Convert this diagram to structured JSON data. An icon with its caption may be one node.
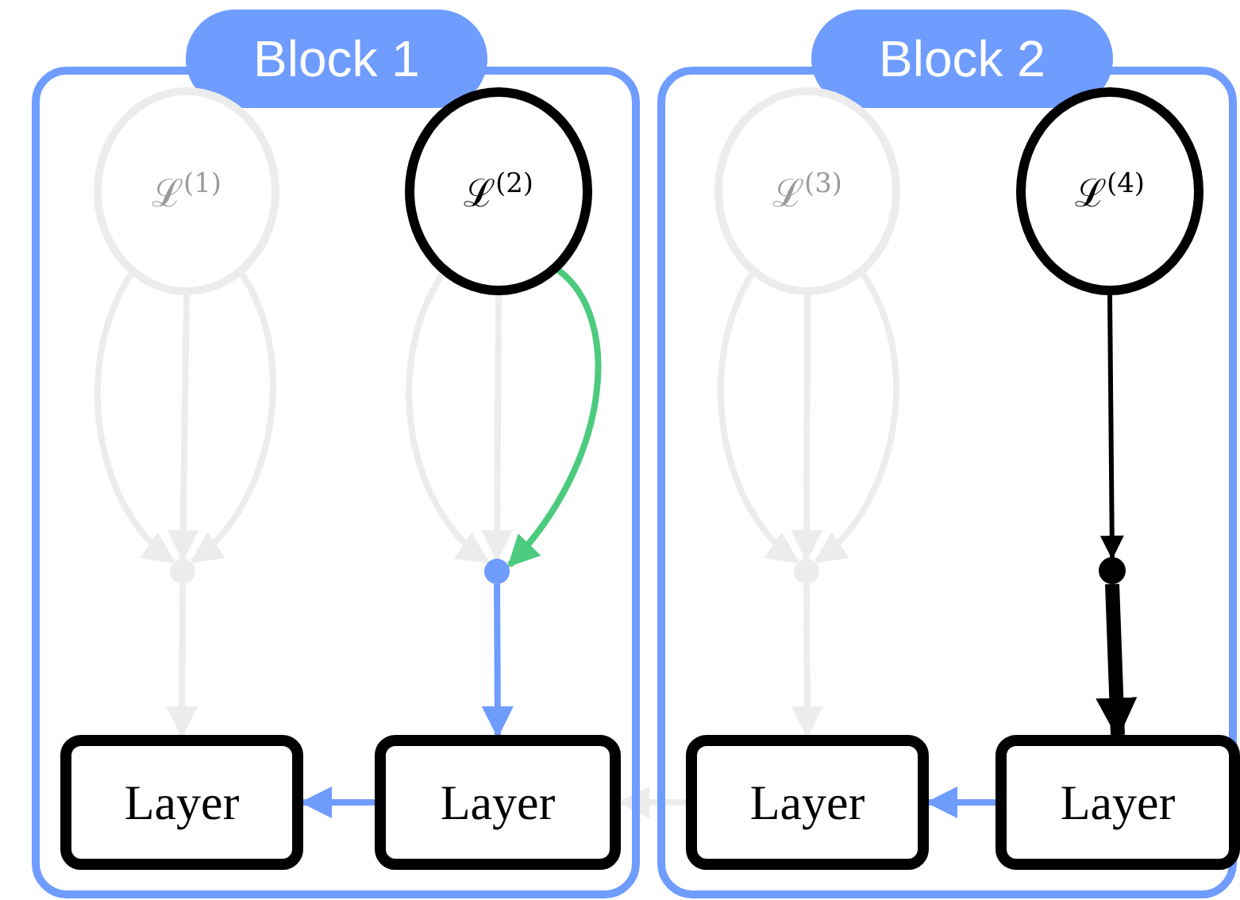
{
  "diagram": {
    "nodes": [
      {
        "text": [
          "Block 1"
        ]
      },
      {
        "text": [
          "ℒ$^{(1)}$"
        ],
        "in": 0
      },
      {
        "text": [],
        "shape": "circle",
        "in": 0
      },
      {
        "text": [
          "Layer"
        ],
        "in": 0
      },
      {
        "text": [
          "ℒ$^{(2)}$"
        ],
        "in": 0
      },
      {
        "text": [],
        "shape": "circle",
        "in": 0
      },
      {
        "text": [
          "Layer"
        ],
        "in": 0
      },
      {
        "text": [
          "Block 2"
        ]
      },
      {
        "text": [
          "ℒ$^{(3)}$"
        ],
        "in": 7
      },
      {
        "text": [],
        "shape": "circle",
        "in": 7
      },
      {
        "text": [
          "Layer"
        ],
        "in": 7
      },
      {
        "text": [
          "ℒ$^{(4)}$"
        ],
        "in": 7
      },
      {
        "text": [],
        "shape": "circle",
        "in": 7
      },
      {
        "text": [
          "Layer"
        ],
        "in": 7
      }
    ],
    "edges": [
      {
        "from": 1,
        "to": 2,
        "arrow": "to"
      },
      {
        "from": 1,
        "to": 2,
        "arrow": "to"
      },
      {
        "from": 1,
        "to": 2,
        "arrow": "to"
      },
      {
        "from": 2,
        "to": 3,
        "arrow": "to"
      },
      {
        "from": 4,
        "to": 5,
        "arrow": "to"
      },
      {
        "from": 4,
        "to": 5,
        "arrow": "to"
      },
      {
        "from": 4,
        "to": 5,
        "arrow": "to",
        "color": "#4ccb7e"
      },
      {
        "from": 5,
        "to": 6,
        "arrow": "to",
        "color": "#6f9cff"
      },
      {
        "from": 6,
        "to": 3,
        "arrow": "to",
        "color": "#6f9cff"
      },
      {
        "from": 10,
        "to": 6,
        "arrow": "to"
      },
      {
        "from": 8,
        "to": 9,
        "arrow": "to"
      },
      {
        "from": 8,
        "to": 9,
        "arrow": "to"
      },
      {
        "from": 8,
        "to": 9,
        "arrow": "to"
      },
      {
        "from": 9,
        "to": 10,
        "arrow": "to"
      },
      {
        "from": 11,
        "to": 12,
        "arrow": "to",
        "color": "#000000"
      },
      {
        "from": 12,
        "to": 13,
        "arrow": "to",
        "style": "thick",
        "color": "#000000"
      },
      {
        "from": 13,
        "to": 10,
        "arrow": "to",
        "color": "#6f9cff"
      }
    ]
  }
}
